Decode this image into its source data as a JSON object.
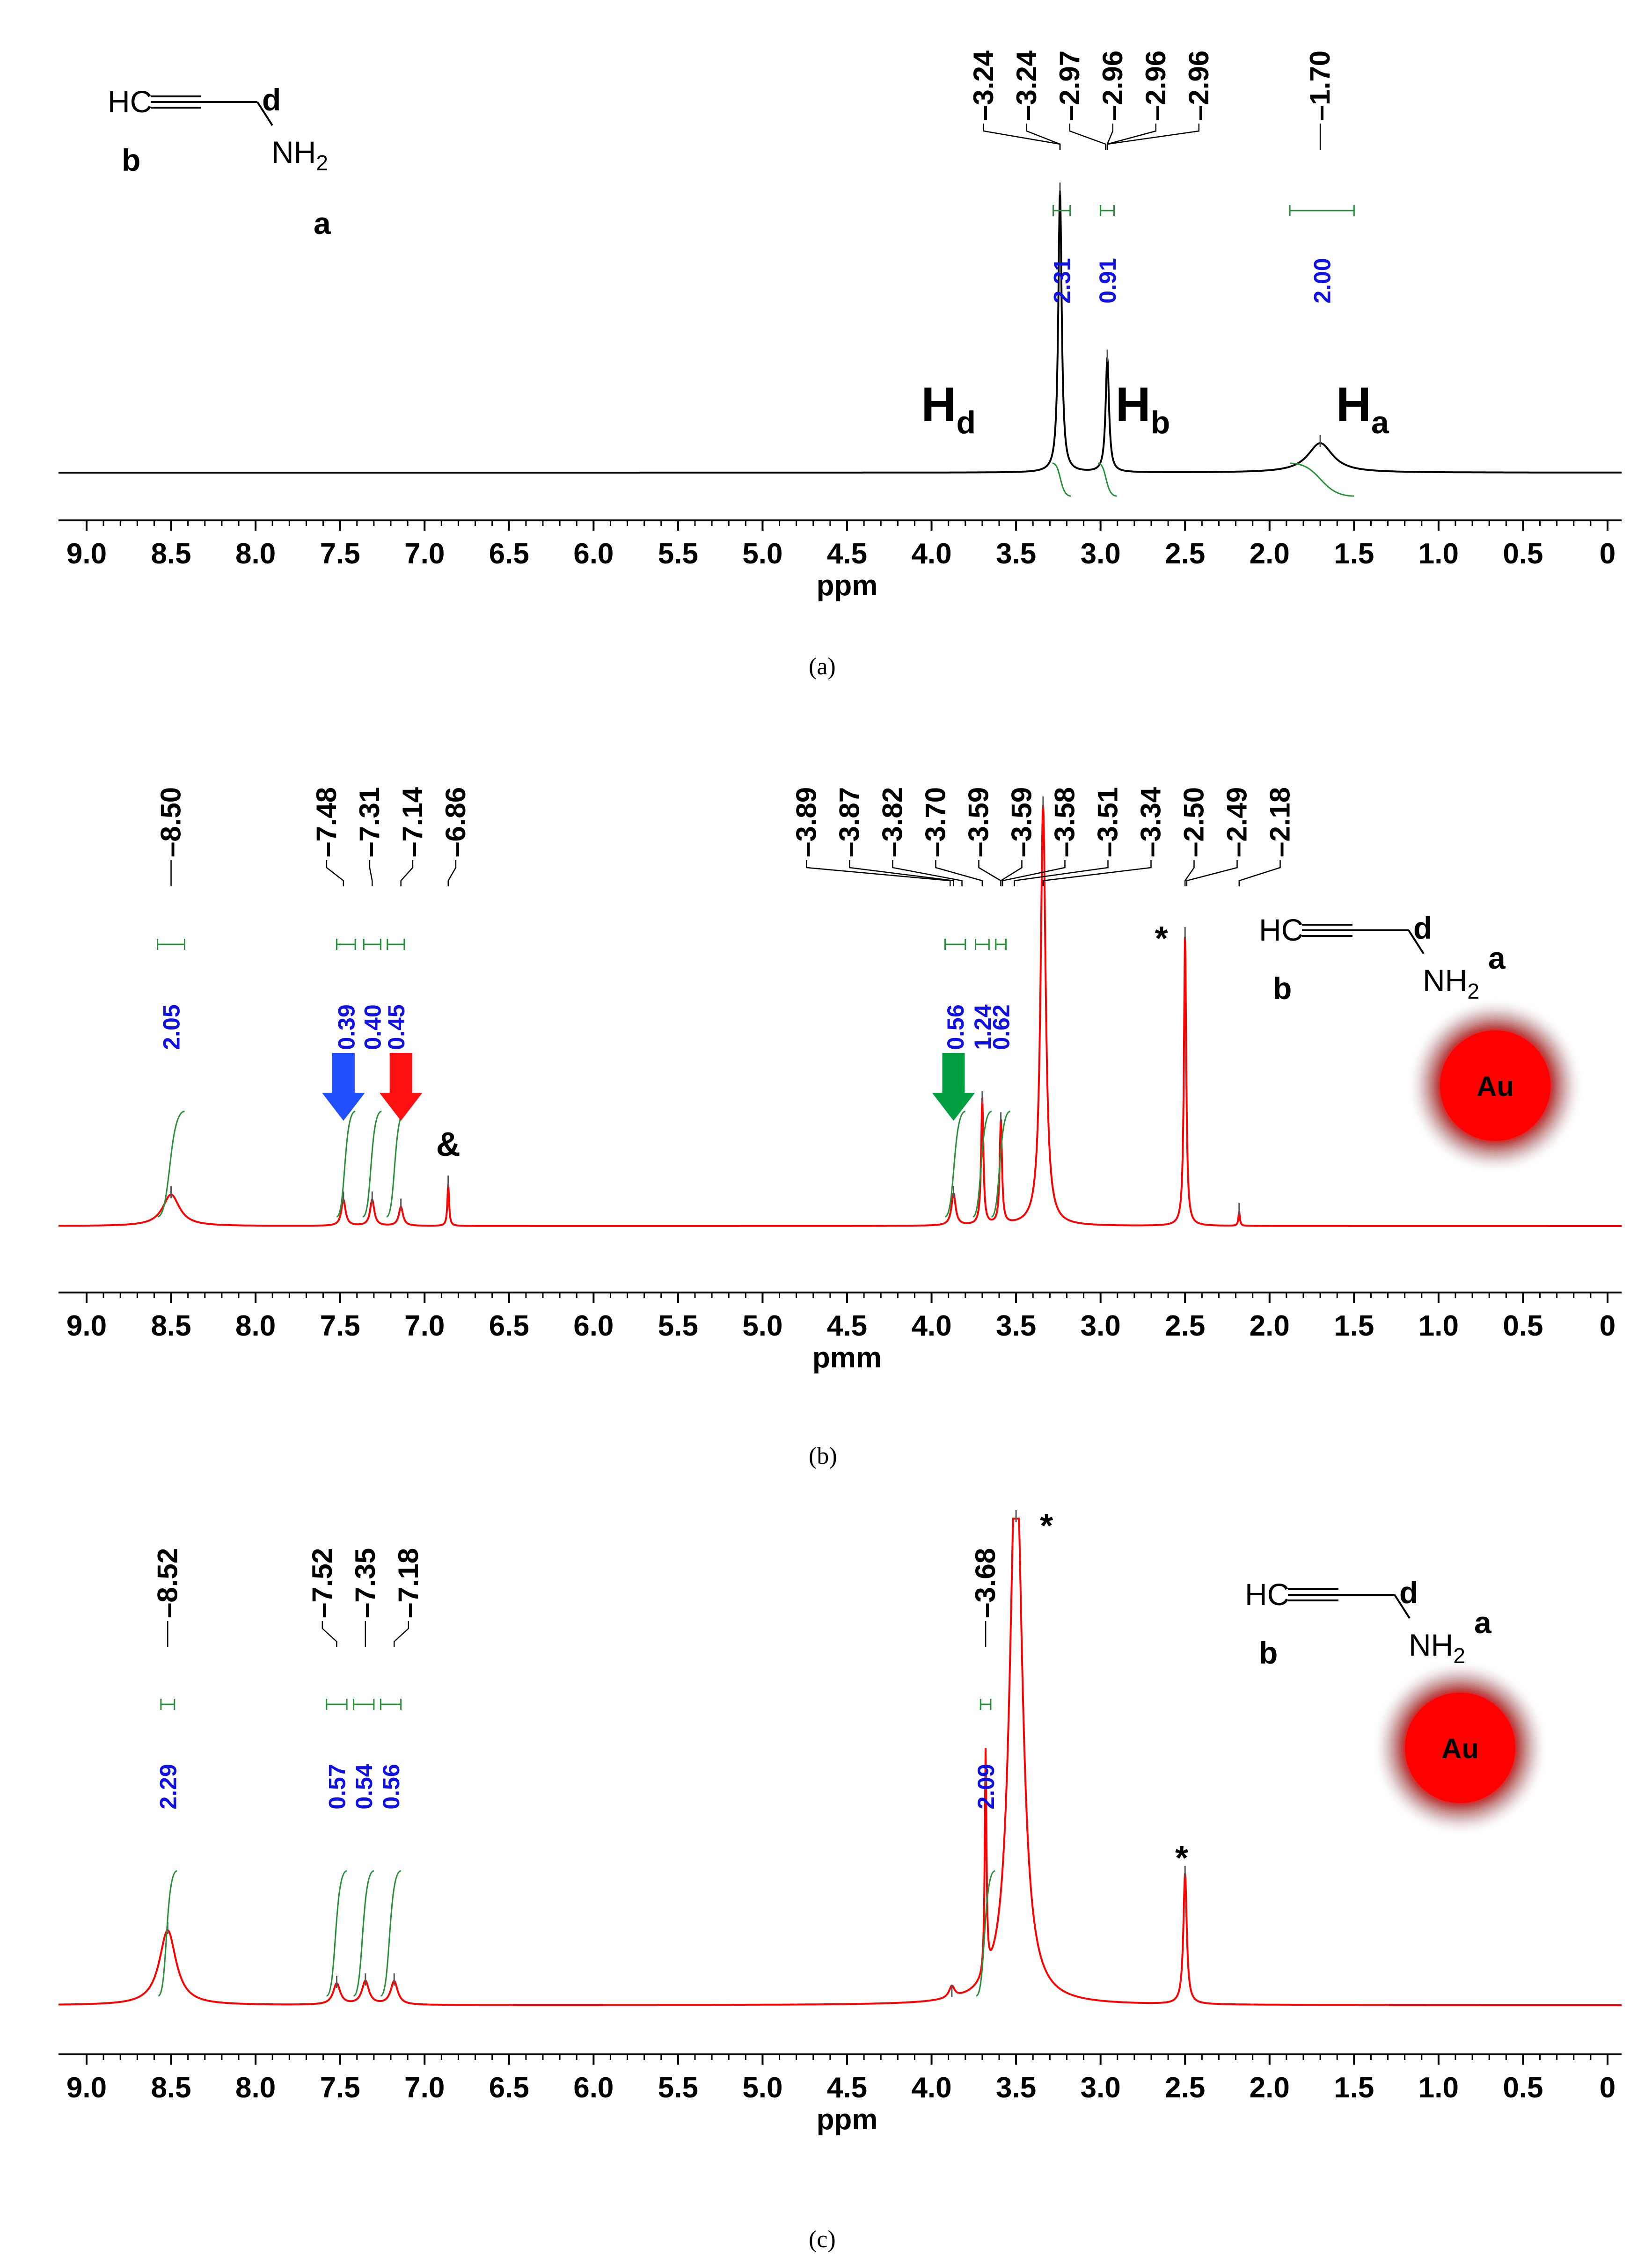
{
  "chart_data": [
    {
      "type": "line",
      "panel": "a",
      "caption": "(a)",
      "xlabel": "ppm",
      "xlim": [
        9.0,
        0
      ],
      "x_reversed": true,
      "xticks": [
        "9.0",
        "8.5",
        "8.0",
        "7.5",
        "7.0",
        "6.5",
        "6.0",
        "5.5",
        "5.0",
        "4.5",
        "4.0",
        "3.5",
        "3.0",
        "2.5",
        "2.0",
        "1.5",
        "1.0",
        "0.5",
        "0"
      ],
      "series": [
        {
          "color": "#000000",
          "peaks": [
            {
              "ppm": 3.24,
              "height": 0.86,
              "width": 0.012
            },
            {
              "ppm": 2.96,
              "height": 0.35,
              "width": 0.012
            },
            {
              "ppm": 1.7,
              "height": 0.09,
              "width": 0.09
            }
          ]
        }
      ],
      "peak_labels": [
        "3.24",
        "3.24",
        "2.97",
        "2.96",
        "2.96",
        "2.96",
        "1.70"
      ],
      "integrals": [
        {
          "value": "2.31",
          "from": 3.28,
          "to": 3.18
        },
        {
          "value": "0.91",
          "from": 3.0,
          "to": 2.92
        },
        {
          "value": "2.00",
          "from": 1.88,
          "to": 1.5
        }
      ],
      "annotations": [
        {
          "text": "H",
          "sub": "d",
          "ppm": 3.9
        },
        {
          "text": "H",
          "sub": "b",
          "ppm": 2.75
        },
        {
          "text": "H",
          "sub": "a",
          "ppm": 1.45
        }
      ],
      "structure": {
        "hc": "HC",
        "nh": "NH",
        "nh_sub": "2",
        "label_d": "d",
        "label_b": "b",
        "label_a": "a"
      }
    },
    {
      "type": "line",
      "panel": "b",
      "caption": "(b)",
      "xlabel": "pmm",
      "xlim": [
        9.0,
        0
      ],
      "x_reversed": true,
      "xticks": [
        "9.0",
        "8.5",
        "8.0",
        "7.5",
        "7.0",
        "6.5",
        "6.0",
        "5.5",
        "5.0",
        "4.5",
        "4.0",
        "3.5",
        "3.0",
        "2.5",
        "2.0",
        "1.5",
        "1.0",
        "0.5",
        "0"
      ],
      "series": [
        {
          "color": "#ff0000",
          "peaks": [
            {
              "ppm": 8.5,
              "height": 0.075,
              "width": 0.06
            },
            {
              "ppm": 7.48,
              "height": 0.062,
              "width": 0.015
            },
            {
              "ppm": 7.31,
              "height": 0.062,
              "width": 0.015
            },
            {
              "ppm": 7.14,
              "height": 0.045,
              "width": 0.015
            },
            {
              "ppm": 6.86,
              "height": 0.1,
              "width": 0.006
            },
            {
              "ppm": 3.87,
              "height": 0.075,
              "width": 0.015
            },
            {
              "ppm": 3.7,
              "height": 0.3,
              "width": 0.008
            },
            {
              "ppm": 3.59,
              "height": 0.25,
              "width": 0.008
            },
            {
              "ppm": 3.34,
              "height": 1.0,
              "width": 0.018
            },
            {
              "ppm": 2.5,
              "height": 0.69,
              "width": 0.008
            },
            {
              "ppm": 2.18,
              "height": 0.035,
              "width": 0.005
            }
          ]
        }
      ],
      "peak_labels": [
        "8.50",
        "7.48",
        "7.31",
        "7.14",
        "6.86",
        "3.89",
        "3.87",
        "3.82",
        "3.70",
        "3.59",
        "3.59",
        "3.58",
        "3.51",
        "3.34",
        "2.50",
        "2.49",
        "2.18"
      ],
      "integrals": [
        {
          "value": "2.05",
          "from": 8.58,
          "to": 8.42
        },
        {
          "value": "0.39",
          "from": 7.52,
          "to": 7.41
        },
        {
          "value": "0.40",
          "from": 7.36,
          "to": 7.26
        },
        {
          "value": "0.45",
          "from": 7.22,
          "to": 7.12
        },
        {
          "value": "0.56",
          "from": 3.92,
          "to": 3.8
        },
        {
          "value": "1.24",
          "from": 3.74,
          "to": 3.66
        },
        {
          "value": "0.62",
          "from": 3.62,
          "to": 3.56
        }
      ],
      "annotations": [
        {
          "text": "&",
          "ppm": 6.86
        },
        {
          "text": "*",
          "ppm": 2.64
        }
      ],
      "arrows": [
        {
          "ppm": 7.48,
          "color": "#1f4fff"
        },
        {
          "ppm": 7.14,
          "color": "#ff1010"
        },
        {
          "ppm": 3.87,
          "color": "#00a040"
        }
      ],
      "structure": {
        "hc": "HC",
        "nh": "NH",
        "nh_sub": "2",
        "label_d": "d",
        "label_b": "b",
        "label_a": "a",
        "particle": "Au"
      }
    },
    {
      "type": "line",
      "panel": "c",
      "caption": "(c)",
      "xlabel": "ppm",
      "xlim": [
        9.0,
        0
      ],
      "x_reversed": true,
      "xticks": [
        "9.0",
        "8.5",
        "8.0",
        "7.5",
        "7.0",
        "6.5",
        "6.0",
        "5.5",
        "5.0",
        "4.5",
        "4.0",
        "3.5",
        "3.0",
        "2.5",
        "2.0",
        "1.5",
        "1.0",
        "0.5",
        "0"
      ],
      "series": [
        {
          "color": "#ff0000",
          "peaks": [
            {
              "ppm": 8.52,
              "height": 0.16,
              "width": 0.06
            },
            {
              "ppm": 7.52,
              "height": 0.045,
              "width": 0.025
            },
            {
              "ppm": 7.35,
              "height": 0.05,
              "width": 0.025
            },
            {
              "ppm": 7.18,
              "height": 0.05,
              "width": 0.025
            },
            {
              "ppm": 3.88,
              "height": 0.025,
              "width": 0.02
            },
            {
              "ppm": 3.68,
              "height": 0.48,
              "width": 0.006
            },
            {
              "ppm": 3.5,
              "height": 1.2,
              "width": 0.045
            },
            {
              "ppm": 2.5,
              "height": 0.28,
              "width": 0.012
            }
          ]
        }
      ],
      "peak_labels": [
        "8.52",
        "7.52",
        "7.35",
        "7.18",
        "3.68"
      ],
      "integrals": [
        {
          "value": "2.29",
          "from": 8.56,
          "to": 8.48
        },
        {
          "value": "0.57",
          "from": 7.58,
          "to": 7.46
        },
        {
          "value": "0.54",
          "from": 7.42,
          "to": 7.3
        },
        {
          "value": "0.56",
          "from": 7.26,
          "to": 7.14
        },
        {
          "value": "2.09",
          "from": 3.71,
          "to": 3.65
        }
      ],
      "annotations": [
        {
          "text": "*",
          "ppm": 3.32
        },
        {
          "text": "*",
          "ppm": 2.52
        }
      ],
      "structure": {
        "hc": "HC",
        "nh": "NH",
        "nh_sub": "2",
        "label_d": "d",
        "label_b": "b",
        "label_a": "a",
        "particle": "Au"
      }
    }
  ]
}
